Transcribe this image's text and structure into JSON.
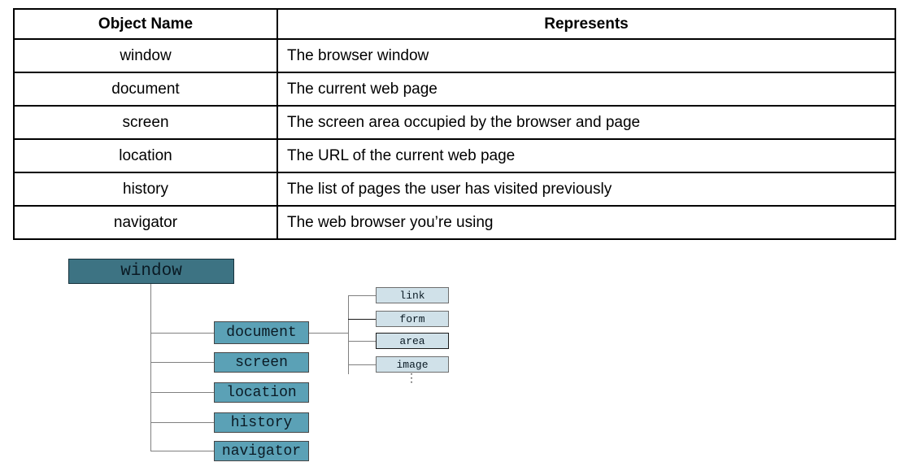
{
  "table": {
    "headers": [
      "Object Name",
      "Represents"
    ],
    "rows": [
      {
        "name": "window",
        "represents": "The browser window"
      },
      {
        "name": "document",
        "represents": "The current web page"
      },
      {
        "name": "screen",
        "represents": "The screen area occupied by the browser and page"
      },
      {
        "name": "location",
        "represents": "The URL of the current web page"
      },
      {
        "name": "history",
        "represents": "The list of pages the user has visited previously"
      },
      {
        "name": "navigator",
        "represents": "The web browser you’re using"
      }
    ]
  },
  "diagram": {
    "root": {
      "label": "window"
    },
    "window_children": [
      {
        "label": "document"
      },
      {
        "label": "screen"
      },
      {
        "label": "location"
      },
      {
        "label": "history"
      },
      {
        "label": "navigator"
      }
    ],
    "document_children": [
      {
        "label": "link"
      },
      {
        "label": "form"
      },
      {
        "label": "area"
      },
      {
        "label": "image"
      }
    ],
    "ellipsis": "⋮",
    "colors": {
      "root_fill": "#3d7383",
      "child_fill": "#5ba1b6",
      "leaf_fill": "#d0e1e9",
      "line": "#808080"
    }
  }
}
